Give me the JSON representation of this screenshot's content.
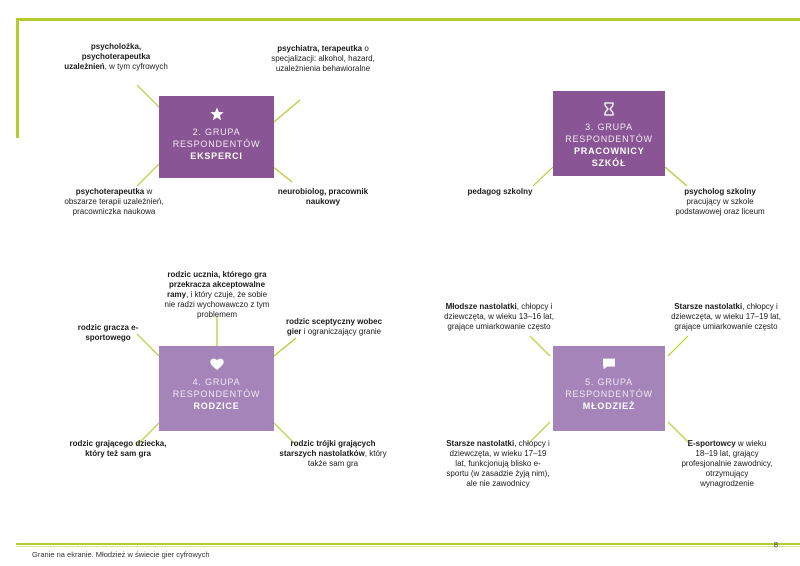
{
  "footer": "Granie na ekranie. Młodzież w świecie gier cyfrowych",
  "page_number": "8",
  "groups": {
    "g2": {
      "line1": "2. GRUPA",
      "line2": "RESPONDENTÓW",
      "name": "EKSPERCI",
      "icon": "star-icon",
      "labels": {
        "tl": {
          "bold": "psycholożka, psychoterapeutka uzależnień",
          "rest": ", w tym cyfrowych"
        },
        "tr": {
          "bold": "psychiatra, terapeutka",
          "rest": " o specjalizacji: alkohol, hazard, uzależnienia behawioralne"
        },
        "bl": {
          "bold": "psychoterapeutka",
          "rest": " w obszarze terapii uzależnień, pracowniczka naukowa"
        },
        "br": {
          "bold": "neurobiolog, pracownik naukowy",
          "rest": ""
        }
      }
    },
    "g3": {
      "line1": "3. GRUPA",
      "line2": "RESPONDENTÓW",
      "name": "PRACOWNICY SZKÓŁ",
      "icon": "hourglass-icon",
      "labels": {
        "bl": {
          "bold": "pedagog szkolny",
          "rest": ""
        },
        "br": {
          "bold": "psycholog szkolny",
          "rest": " pracujący w szkole podstawowej oraz liceum"
        }
      }
    },
    "g4": {
      "line1": "4. GRUPA",
      "line2": "RESPONDENTÓW",
      "name": "RODZICE",
      "icon": "heart-icon",
      "labels": {
        "top": {
          "bold": "rodzic ucznia, którego gra przekracza akceptowalne ramy",
          "rest": ", i który czuje, że sobie nie radzi wychowawczo z tym problemem"
        },
        "tl": {
          "bold": "rodzic gracza e-sportowego",
          "rest": ""
        },
        "tr": {
          "bold": "rodzic sceptyczny wobec gier",
          "rest": " i ograniczający granie"
        },
        "bl": {
          "bold": "rodzic grającego dziecka, który też sam gra",
          "rest": ""
        },
        "br": {
          "bold": "rodzic trójki grających starszych nastolatków",
          "rest": ", który także sam gra"
        }
      }
    },
    "g5": {
      "line1": "5. GRUPA",
      "line2": "RESPONDENTÓW",
      "name": "MŁODZIEŻ",
      "icon": "chat-bubble-icon",
      "labels": {
        "tl": {
          "bold": "Młodsze nastolatki",
          "rest": ", chłopcy i dziewczęta, w wieku 13–16 lat, grające umiarkowanie często"
        },
        "tr": {
          "bold": "Starsze nastolatki",
          "rest": ", chłopcy i dziewczęta, w wieku 17–19 lat, grające umiarkowanie często"
        },
        "bl": {
          "bold": "Starsze nastolatki",
          "rest": ", chłopcy i dziewczęta, w wieku 17–19 lat, funkcjonują blisko e-sportu (w zasadzie żyją nim), ale nie zawodnicy"
        },
        "br": {
          "bold": "E-sportowcy",
          "rest": " w wieku 18–19 lat, grający profesjonalnie zawodnicy, otrzymujący wynagrodzenie"
        }
      }
    }
  },
  "colors": {
    "accent_green": "#b5cc2e",
    "purple_dark": "#8a5594",
    "purple_light": "#a584ba"
  }
}
